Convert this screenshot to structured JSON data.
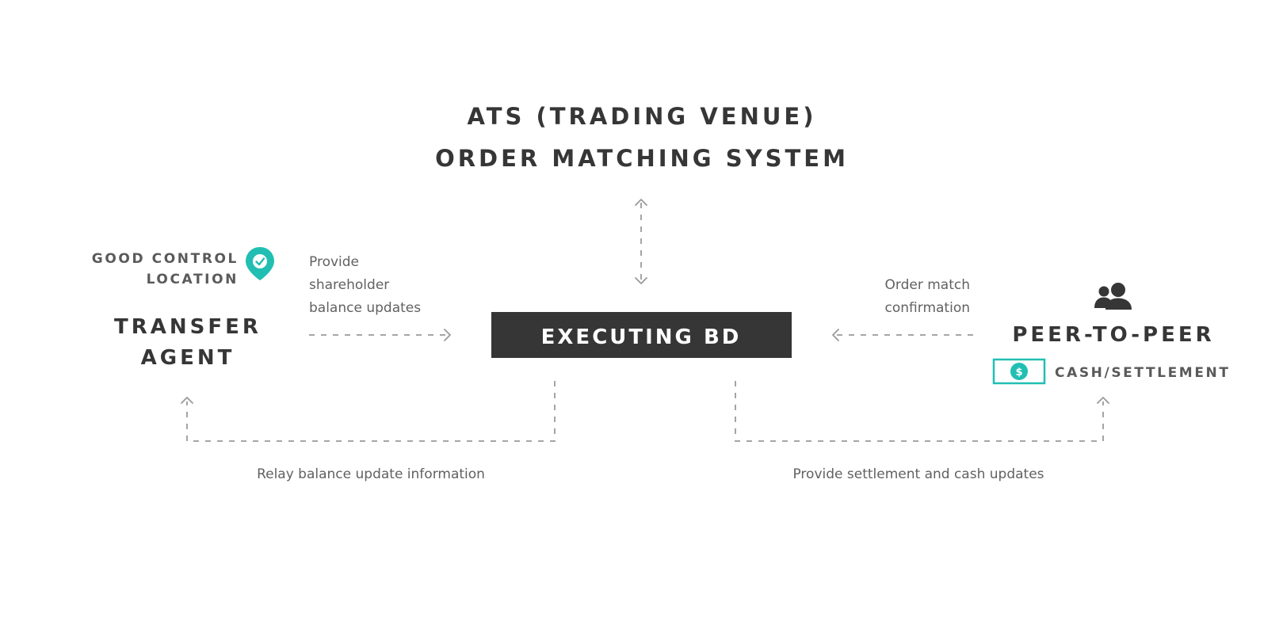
{
  "header": {
    "line1": "ATS (TRADING VENUE)",
    "line2": "ORDER MATCHING SYSTEM"
  },
  "center": {
    "label": "EXECUTING BD",
    "fill_color": "#363636"
  },
  "left": {
    "badge_line1": "GOOD CONTROL",
    "badge_line2": "LOCATION",
    "badge_icon": "location-check-icon",
    "title_line1": "TRANSFER",
    "title_line2": "AGENT"
  },
  "right": {
    "icon": "users-icon",
    "title": "PEER-TO-PEER",
    "cash_icon": "dollar-bill-icon",
    "cash_label": "CASH/SETTLEMENT"
  },
  "labels": {
    "left_top_1": "Provide",
    "left_top_2": "shareholder",
    "left_top_3": "balance updates",
    "right_top_1": "Order match",
    "right_top_2": "confirmation",
    "left_bottom": "Relay balance update information",
    "right_bottom": "Provide settlement and cash updates"
  },
  "colors": {
    "accent": "#21bfb3",
    "dark": "#363636",
    "muted": "#616161"
  }
}
